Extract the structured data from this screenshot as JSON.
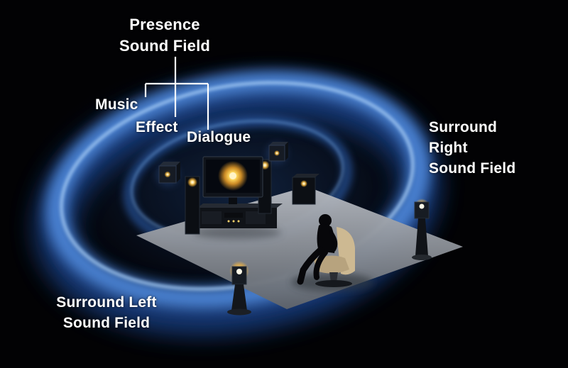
{
  "diagram": {
    "labels": {
      "presence": {
        "line1": "Presence",
        "line2": "Sound Field"
      },
      "music": "Music",
      "effect": "Effect",
      "dialogue": "Dialogue",
      "surround_right": {
        "line1": "Surround",
        "line2": "Right",
        "line3": "Sound Field"
      },
      "surround_left": {
        "line1": "Surround Left",
        "line2": "Sound Field"
      }
    },
    "colors": {
      "background": "#000000",
      "outer_ring_blue": "#4d86d8",
      "inner_ring_blue": "#2e63b8",
      "floor_gray": "#8d9299",
      "speaker_glow_yellow": "#ffd34d",
      "tv_glow_orange": "#f0a32a",
      "chair_tan": "#cdb992",
      "connector_line": "#ffffff",
      "label_text": "#ffffff"
    }
  }
}
